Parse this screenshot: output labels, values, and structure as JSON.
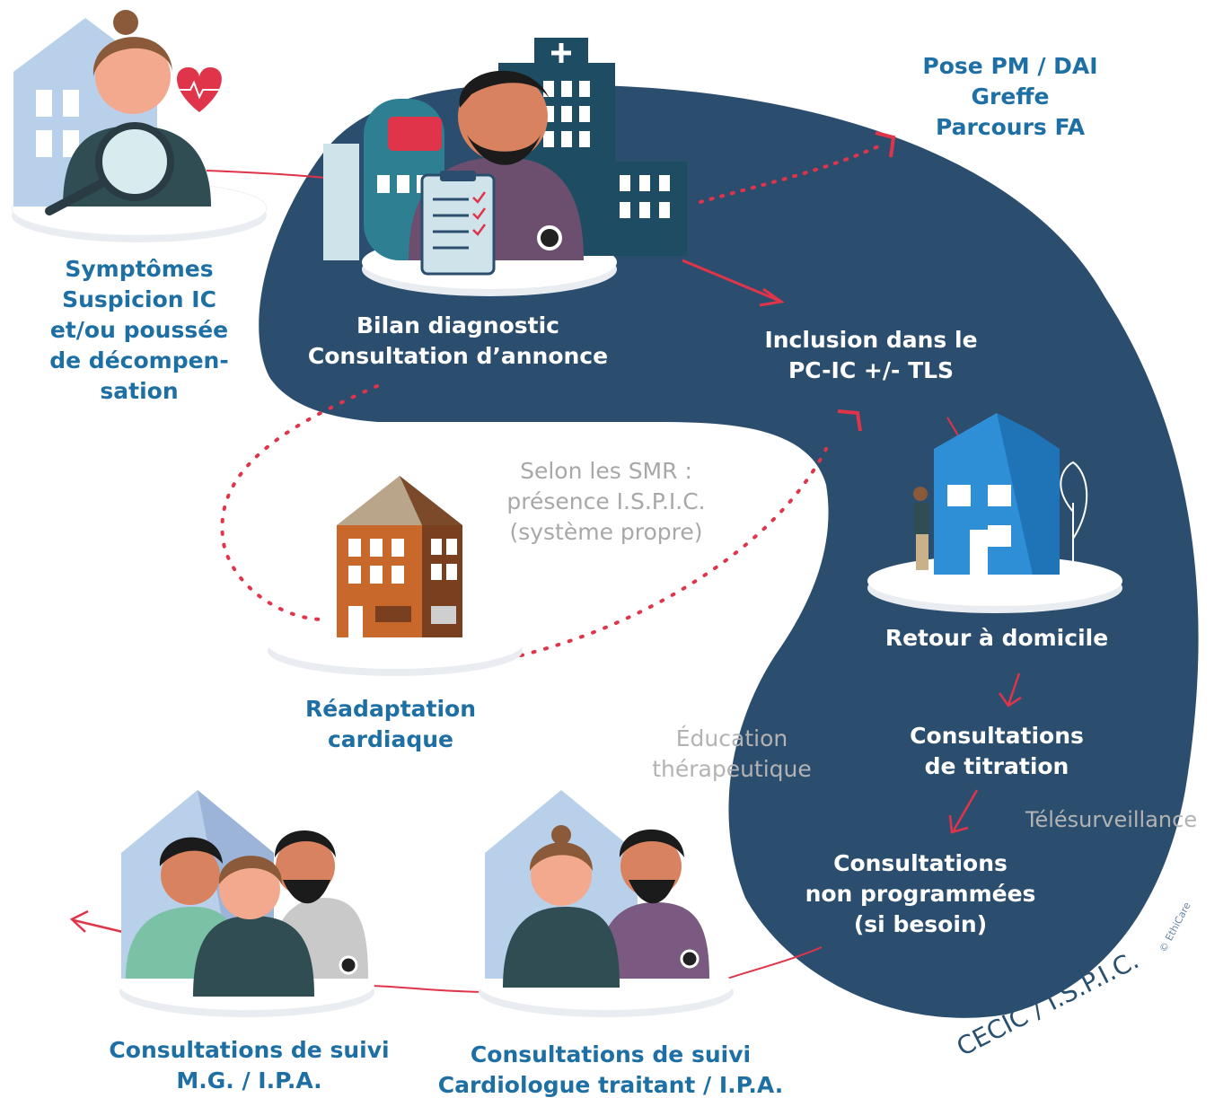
{
  "labels": {
    "symptomes": [
      "Symptômes",
      "Suspicion IC",
      "et/ou poussée",
      "de décompen-",
      "sation"
    ],
    "bilan": [
      "Bilan diagnostic",
      "Consultation d’annonce"
    ],
    "pose": [
      "Pose PM / DAI",
      "Greffe",
      "Parcours FA"
    ],
    "inclusion": [
      "Inclusion dans le",
      "PC-IC +/- TLS"
    ],
    "smr": [
      "Selon les SMR :",
      "présence I.S.P.I.C.",
      "(système propre)"
    ],
    "retour": [
      "Retour à domicile"
    ],
    "readaptation": [
      "Réadaptation",
      "cardiaque"
    ],
    "education": [
      "Éducation",
      "thérapeutique"
    ],
    "titration": [
      "Consultations",
      "de titration"
    ],
    "telesurveillance": [
      "Télésurveillance"
    ],
    "non_programmees": [
      "Consultations",
      "non programmées",
      "(si besoin)"
    ],
    "suivi_mg": [
      "Consultations de suivi",
      "M.G. / I.P.A."
    ],
    "suivi_cardio": [
      "Consultations de suivi",
      "Cardiologue traitant / I.P.A."
    ],
    "region": "CECIC / I.S.P.I.C.",
    "copyright": "© EthiCare"
  },
  "colors": {
    "blob": "#2c4e6e",
    "label_blue": "#1e6fa3",
    "arrow_red": "#e0344a",
    "building_light": "#b9d0ea",
    "building_dark": "#1e4d63",
    "home_blue": "#2f8fd6",
    "smr_orange": "#c8682b"
  },
  "icons": [
    "patient-icon",
    "heart-icon",
    "magnifier-icon",
    "doctor-icon",
    "clipboard-icon",
    "hospital-icon",
    "house-icon",
    "rehab-building-icon",
    "care-team-icon",
    "cardiology-team-icon"
  ]
}
